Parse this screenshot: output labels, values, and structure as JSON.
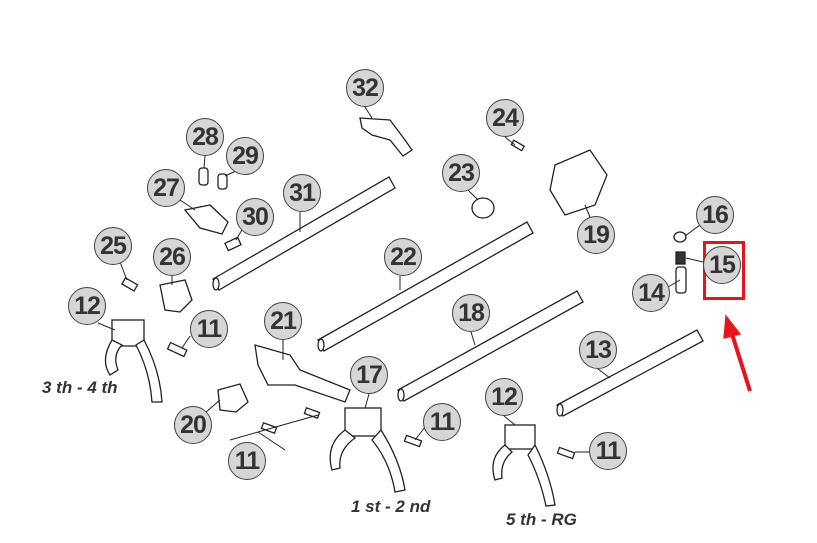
{
  "callouts": [
    "32",
    "24",
    "28",
    "29",
    "27",
    "31",
    "23",
    "30",
    "19",
    "16",
    "22",
    "15",
    "25",
    "26",
    "14",
    "12",
    "11",
    "21",
    "18",
    "13",
    "17",
    "12",
    "11",
    "20",
    "11",
    "11"
  ],
  "gear_labels": {
    "third_fourth": "3 th - 4 th",
    "first_second": "1 st - 2 nd",
    "fifth_reverse": "5 th - RG"
  },
  "highlight": {
    "target_part": "15",
    "color": "#e8141c"
  },
  "colors": {
    "callout_fill": "#d6d6d6",
    "callout_text": "#333333",
    "arrow": "#e8141c"
  }
}
